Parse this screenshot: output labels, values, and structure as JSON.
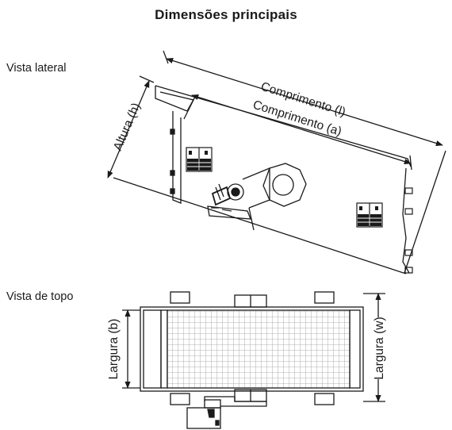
{
  "title": "Dimensões principais",
  "views": {
    "side": {
      "label": "Vista lateral"
    },
    "top": {
      "label": "Vista de topo"
    }
  },
  "dimensions": {
    "length_l": "Comprimento (l)",
    "length_a": "Comprimento (a)",
    "height_h": "Altura (h)",
    "width_b": "Largura (b)",
    "width_w": "Largura (w)"
  },
  "colors": {
    "line": "#1a1a1a",
    "mesh": "#9a9a9a",
    "background": "#ffffff"
  }
}
